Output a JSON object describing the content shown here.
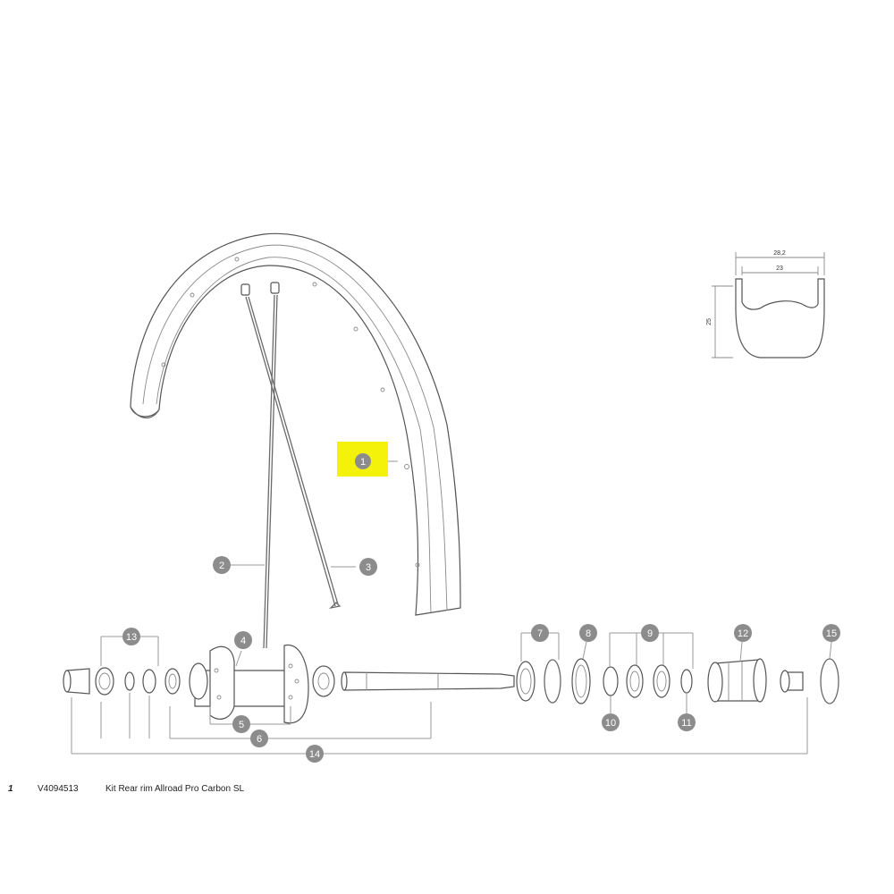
{
  "highlight_color": "#f4f20a",
  "callout_color": "#8c8c8c",
  "callouts": {
    "c1": "1",
    "c2": "2",
    "c3": "3",
    "c4": "4",
    "c5": "5",
    "c6": "6",
    "c7": "7",
    "c8": "8",
    "c9": "9",
    "c10": "10",
    "c11": "11",
    "c12": "12",
    "c13": "13",
    "c14": "14",
    "c15": "15"
  },
  "rim_profile": {
    "outer_width": "28,2",
    "inner_width": "23",
    "height": "25"
  },
  "footer": {
    "ref": "1",
    "code": "V4094513",
    "description": "Kit Rear rim Allroad Pro Carbon SL"
  }
}
